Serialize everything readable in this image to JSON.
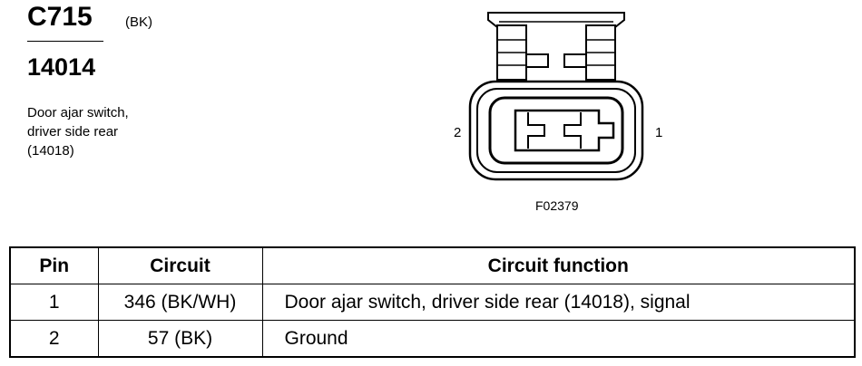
{
  "header": {
    "connector_id": "C715",
    "color_code": "(BK)",
    "part_number": "14014",
    "description_lines": [
      "Door ajar switch,",
      "driver side rear",
      "(14018)"
    ]
  },
  "diagram": {
    "pin_left_label": "2",
    "pin_right_label": "1",
    "figure_id": "F02379"
  },
  "table": {
    "headers": [
      "Pin",
      "Circuit",
      "Circuit function"
    ],
    "rows": [
      {
        "pin": "1",
        "circuit": "346 (BK/WH)",
        "function": "Door ajar switch, driver side rear (14018), signal"
      },
      {
        "pin": "2",
        "circuit": "57 (BK)",
        "function": "Ground"
      }
    ]
  }
}
